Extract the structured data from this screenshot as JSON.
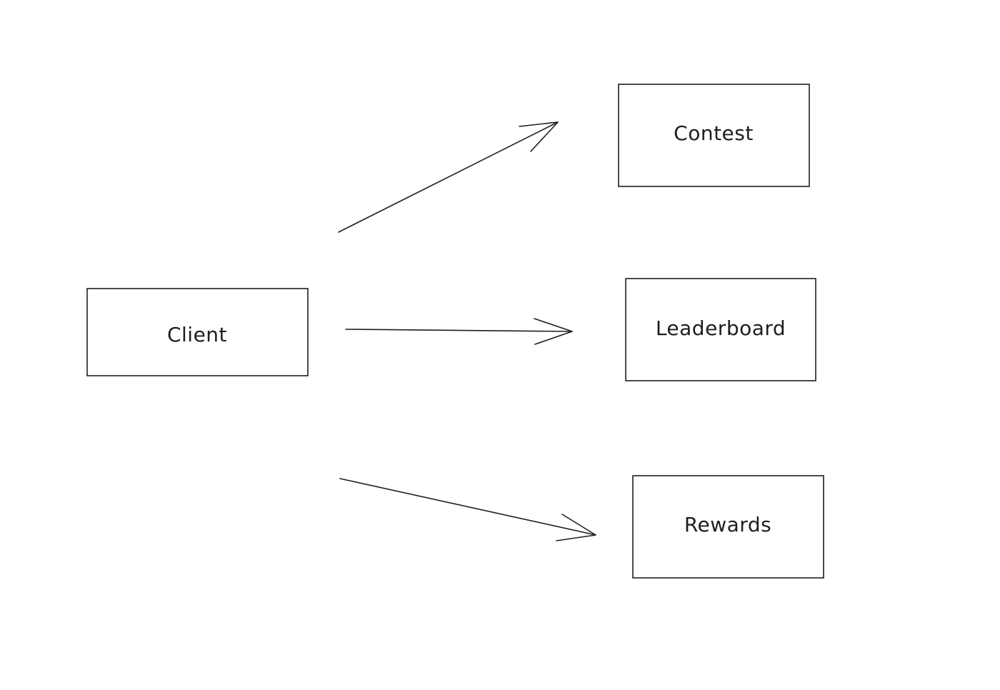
{
  "diagram": {
    "nodes": {
      "client": {
        "label": "Client"
      },
      "contest": {
        "label": "Contest"
      },
      "leaderboard": {
        "label": "Leaderboard"
      },
      "rewards": {
        "label": "Rewards"
      }
    },
    "edges": [
      {
        "from": "client",
        "to": "contest"
      },
      {
        "from": "client",
        "to": "leaderboard"
      },
      {
        "from": "client",
        "to": "rewards"
      }
    ],
    "colors": {
      "stroke": "#1e1e1e",
      "background": "#ffffff"
    }
  }
}
